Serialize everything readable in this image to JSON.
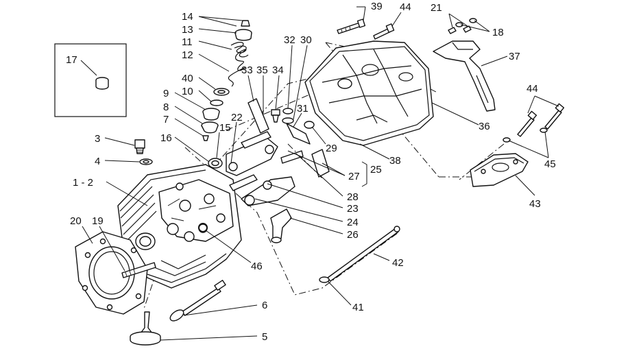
{
  "diagram": {
    "labels": [
      {
        "id": "l14",
        "text": "14"
      },
      {
        "id": "l13",
        "text": "13"
      },
      {
        "id": "l11",
        "text": "11"
      },
      {
        "id": "l12",
        "text": "12"
      },
      {
        "id": "l40",
        "text": "40"
      },
      {
        "id": "l10",
        "text": "10"
      },
      {
        "id": "l9",
        "text": "9"
      },
      {
        "id": "l8",
        "text": "8"
      },
      {
        "id": "l7",
        "text": "7"
      },
      {
        "id": "l16",
        "text": "16"
      },
      {
        "id": "l15",
        "text": "15"
      },
      {
        "id": "l22",
        "text": "22"
      },
      {
        "id": "l17",
        "text": "17"
      },
      {
        "id": "l3",
        "text": "3"
      },
      {
        "id": "l4",
        "text": "4"
      },
      {
        "id": "l1-2",
        "text": "1 - 2"
      },
      {
        "id": "l20",
        "text": "20"
      },
      {
        "id": "l19",
        "text": "19"
      },
      {
        "id": "l33",
        "text": "33"
      },
      {
        "id": "l35",
        "text": "35"
      },
      {
        "id": "l34",
        "text": "34"
      },
      {
        "id": "l32",
        "text": "32"
      },
      {
        "id": "l30",
        "text": "30"
      },
      {
        "id": "l31",
        "text": "31"
      },
      {
        "id": "l29",
        "text": "29"
      },
      {
        "id": "l39",
        "text": "39"
      },
      {
        "id": "l44a",
        "text": "44"
      },
      {
        "id": "l21",
        "text": "21"
      },
      {
        "id": "l18",
        "text": "18"
      },
      {
        "id": "l37",
        "text": "37"
      },
      {
        "id": "l36",
        "text": "36"
      },
      {
        "id": "l38",
        "text": "38"
      },
      {
        "id": "l27",
        "text": "27"
      },
      {
        "id": "l25",
        "text": "25"
      },
      {
        "id": "l28",
        "text": "28"
      },
      {
        "id": "l23",
        "text": "23"
      },
      {
        "id": "l24",
        "text": "24"
      },
      {
        "id": "l26",
        "text": "26"
      },
      {
        "id": "l46",
        "text": "46"
      },
      {
        "id": "l42",
        "text": "42"
      },
      {
        "id": "l41",
        "text": "41"
      },
      {
        "id": "l6",
        "text": "6"
      },
      {
        "id": "l5",
        "text": "5"
      },
      {
        "id": "l44b",
        "text": "44"
      },
      {
        "id": "l45",
        "text": "45"
      },
      {
        "id": "l43",
        "text": "43"
      }
    ]
  }
}
